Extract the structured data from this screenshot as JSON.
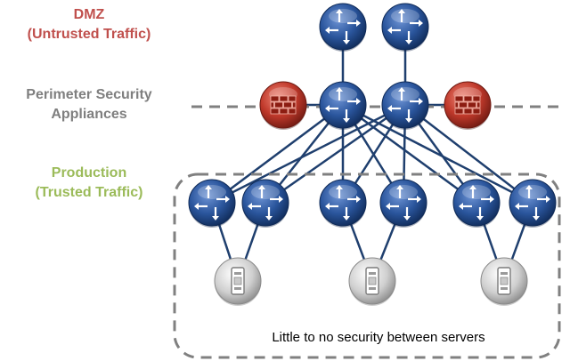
{
  "labels": {
    "dmz": {
      "line1": "DMZ",
      "line2": "(Untrusted Traffic)"
    },
    "perimeter": {
      "line1": "Perimeter Security",
      "line2": "Appliances"
    },
    "production": {
      "line1": "Production",
      "line2": "(Trusted Traffic)"
    }
  },
  "caption": "Little to no security between servers",
  "colors": {
    "dmz": "#c0504d",
    "perimeter": "#7f7f7f",
    "production": "#9bbb59",
    "router": "#1f4e8c",
    "firewall": "#c0392b",
    "server": "#bfbfbf",
    "link": "#1f3f6e",
    "dashed": "#808080"
  },
  "icons": [
    "router-icon",
    "firewall-icon",
    "server-icon"
  ]
}
